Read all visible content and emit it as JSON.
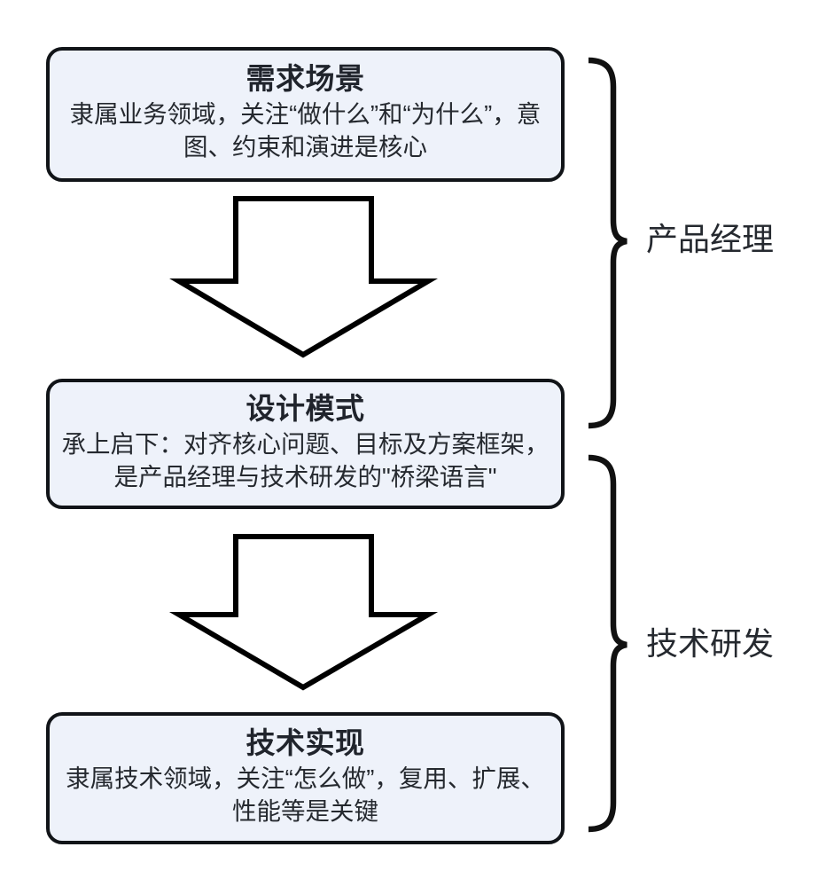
{
  "diagram": {
    "title_semantic": "requirement-to-implementation-flow",
    "colors": {
      "node_fill": "#eef2fa",
      "node_border": "#111418",
      "text": "#25292f",
      "arrow_fill": "#ffffff",
      "arrow_stroke": "#000000",
      "brace_stroke": "#111111",
      "background": "#ffffff"
    }
  },
  "nodes": [
    {
      "id": "requirement",
      "title": "需求场景",
      "body": "隶属业务领域，关注“做什么”和“为什么”，意图、约束和演进是核心"
    },
    {
      "id": "design",
      "title": "设计模式",
      "body": "承上启下：对齐核心问题、目标及方案框架，是产品经理与技术研发的\"桥梁语言\""
    },
    {
      "id": "tech",
      "title": "技术实现",
      "body": "隶属技术领域，关注“怎么做”，复用、扩展、性能等是关键"
    }
  ],
  "connectors": [
    {
      "id": "arrow-1",
      "from": "requirement",
      "to": "design",
      "shape": "down-arrow"
    },
    {
      "id": "arrow-2",
      "from": "design",
      "to": "tech",
      "shape": "down-arrow"
    }
  ],
  "braces": [
    {
      "id": "brace-product-manager",
      "label": "产品经理",
      "spans": [
        "requirement",
        "design"
      ]
    },
    {
      "id": "brace-tech-rd",
      "label": "技术研发",
      "spans": [
        "design",
        "tech"
      ]
    }
  ]
}
